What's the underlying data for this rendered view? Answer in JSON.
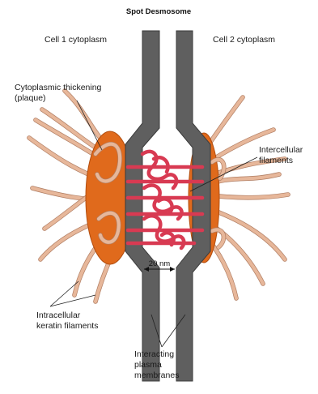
{
  "title": "Spot Desmosome",
  "labels": {
    "cell1": "Cell 1 cytoplasm",
    "cell2": "Cell 2 cytoplasm",
    "plaque_line1": "Cytoplasmic thickening",
    "plaque_line2": "(plaque)",
    "intercellular_line1": "Intercellular",
    "intercellular_line2": "filaments",
    "keratin_line1": "Intracellular",
    "keratin_line2": "keratin filaments",
    "membranes_line1": "Interacting",
    "membranes_line2": "plasma",
    "membranes_line3": "membranes",
    "gap": "20 nm"
  },
  "colors": {
    "membrane": "#5f5f5f",
    "plaque": "#e06a1c",
    "intercellular_filament": "#d83a52",
    "keratin_filament": "#e7b79a"
  }
}
